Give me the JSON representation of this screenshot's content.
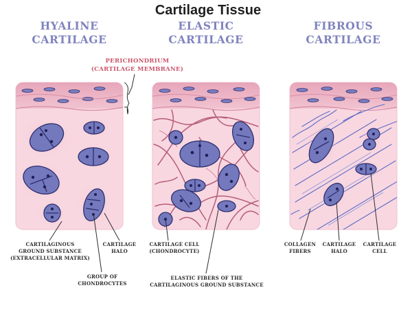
{
  "title": "Cartilage Tissue",
  "headings": {
    "hyaline": [
      "HYALINE",
      "CARTILAGE"
    ],
    "elastic": [
      "ELASTIC",
      "CARTILAGE"
    ],
    "fibrous": [
      "FIBROUS",
      "CARTILAGE"
    ]
  },
  "perichondrium": [
    "PERICHONDRIUM",
    "(CARTILAGE MEMBRANE)"
  ],
  "labels": {
    "ground_substance": [
      "CARTILAGINOUS",
      "GROUND SUBSTANCE",
      "(EXTRACELLULAR MATRIX)"
    ],
    "group_chondrocytes": [
      "GROUP OF",
      "CHONDROCYTES"
    ],
    "halo_hyaline": [
      "CARTILAGE",
      "HALO"
    ],
    "cartilage_cell": [
      "CARTILAGE CELL",
      "(CHONDROCYTE)"
    ],
    "elastic_fibers": [
      "ELASTIC FIBERS OF THE",
      "CARTILAGINOUS GROUND SUBSTANCE"
    ],
    "collagen_fibers": [
      "COLLAGEN",
      "FIBERS"
    ],
    "halo_fibrous": [
      "CARTILAGE",
      "HALO"
    ],
    "cell_fibrous": [
      "CARTILAGE",
      "CELL"
    ]
  },
  "colors": {
    "heading": "#7f83bd",
    "perichondrium_label": "#c9556a",
    "tissue_bg": "#f8d7e1",
    "membrane": "#ebb0c2",
    "cell_fill": "#6e73b8",
    "nucleus": "#2c2f6d",
    "elastic_fiber": "#b55d79",
    "collagen_fiber": "#5f6cc4"
  }
}
